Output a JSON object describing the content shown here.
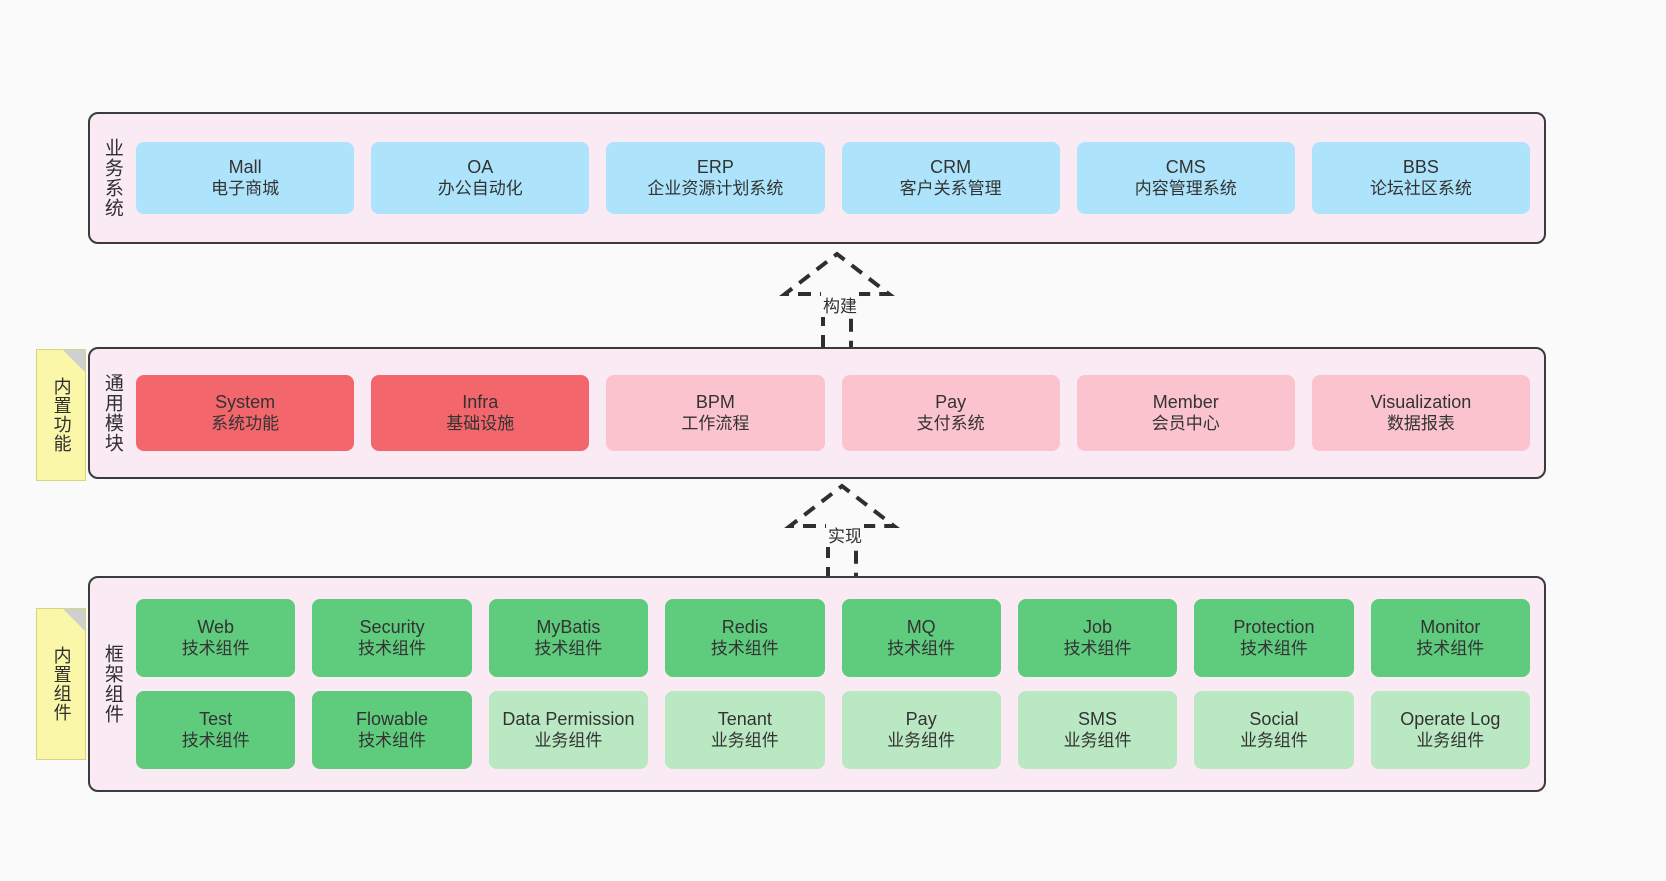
{
  "diagram": {
    "background_color": "#fafafa",
    "layer_fill": "#f9eaf4",
    "layer_border": "#3b3b3b",
    "note_fill": "#fbf7a8"
  },
  "notes": [
    {
      "name": "builtin-function-note",
      "label": "内置功能"
    },
    {
      "name": "builtin-component-note",
      "label": "内置组件"
    }
  ],
  "connectors": [
    {
      "name": "build-arrow",
      "label": "构建",
      "direction": "up",
      "style": "dashed-hollow"
    },
    {
      "name": "implement-arrow",
      "label": "实现",
      "direction": "up",
      "style": "dashed-hollow"
    }
  ],
  "layers": [
    {
      "id": "business",
      "title": "业务系统",
      "color": "#ade4fb",
      "rows": [
        [
          {
            "en": "Mall",
            "cn": "电子商城",
            "color": "#ade4fb"
          },
          {
            "en": "OA",
            "cn": "办公自动化",
            "color": "#ade4fb"
          },
          {
            "en": "ERP",
            "cn": "企业资源计划系统",
            "color": "#ade4fb"
          },
          {
            "en": "CRM",
            "cn": "客户关系管理",
            "color": "#ade4fb"
          },
          {
            "en": "CMS",
            "cn": "内容管理系统",
            "color": "#ade4fb"
          },
          {
            "en": "BBS",
            "cn": "论坛社区系统",
            "color": "#ade4fb"
          }
        ]
      ]
    },
    {
      "id": "modules",
      "title": "通用模块",
      "color": "#fac3cd",
      "rows": [
        [
          {
            "en": "System",
            "cn": "系统功能",
            "color": "#f2666c"
          },
          {
            "en": "Infra",
            "cn": "基础设施",
            "color": "#f2666c"
          },
          {
            "en": "BPM",
            "cn": "工作流程",
            "color": "#fac3cd"
          },
          {
            "en": "Pay",
            "cn": "支付系统",
            "color": "#fac3cd"
          },
          {
            "en": "Member",
            "cn": "会员中心",
            "color": "#fac3cd"
          },
          {
            "en": "Visualization",
            "cn": "数据报表",
            "color": "#fac3cd"
          }
        ]
      ]
    },
    {
      "id": "framework",
      "title": "框架组件",
      "color": "#5ecb7d",
      "rows": [
        [
          {
            "en": "Web",
            "cn": "技术组件",
            "color": "#5ecb7d"
          },
          {
            "en": "Security",
            "cn": "技术组件",
            "color": "#5ecb7d"
          },
          {
            "en": "MyBatis",
            "cn": "技术组件",
            "color": "#5ecb7d"
          },
          {
            "en": "Redis",
            "cn": "技术组件",
            "color": "#5ecb7d"
          },
          {
            "en": "MQ",
            "cn": "技术组件",
            "color": "#5ecb7d"
          },
          {
            "en": "Job",
            "cn": "技术组件",
            "color": "#5ecb7d"
          },
          {
            "en": "Protection",
            "cn": "技术组件",
            "color": "#5ecb7d"
          },
          {
            "en": "Monitor",
            "cn": "技术组件",
            "color": "#5ecb7d"
          }
        ],
        [
          {
            "en": "Test",
            "cn": "技术组件",
            "color": "#5ecb7d"
          },
          {
            "en": "Flowable",
            "cn": "技术组件",
            "color": "#5ecb7d"
          },
          {
            "en": "Data Permission",
            "cn": "业务组件",
            "color": "#b9e8c2"
          },
          {
            "en": "Tenant",
            "cn": "业务组件",
            "color": "#b9e8c2"
          },
          {
            "en": "Pay",
            "cn": "业务组件",
            "color": "#b9e8c2"
          },
          {
            "en": "SMS",
            "cn": "业务组件",
            "color": "#b9e8c2"
          },
          {
            "en": "Social",
            "cn": "业务组件",
            "color": "#b9e8c2"
          },
          {
            "en": "Operate Log",
            "cn": "业务组件",
            "color": "#b9e8c2"
          }
        ]
      ]
    }
  ]
}
